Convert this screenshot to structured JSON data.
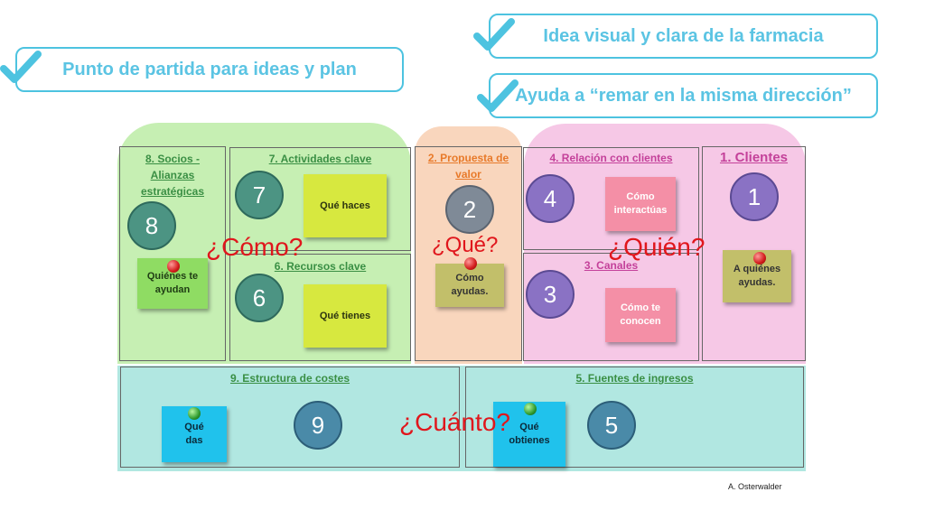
{
  "banners": {
    "left": "Punto de partida para ideas y plan",
    "right_top": "Idea visual y clara de la farmacia",
    "right_bottom": "Ayuda a “remar en la misma dirección”"
  },
  "cells": {
    "socios": {
      "title": "8. Socios -\nAlianzas\nestratégicas",
      "number": "8",
      "note": "Quiénes te\nayudan"
    },
    "actividades": {
      "title": "7. Actividades clave",
      "number": "7",
      "note": "Qué haces"
    },
    "recursos": {
      "title": "6. Recursos clave",
      "number": "6",
      "note": "Qué tienes"
    },
    "propuesta": {
      "title": "2. Propuesta de\nvalor",
      "number": "2",
      "note": "Cómo\nayudas."
    },
    "relacion": {
      "title": "4. Relación con clientes",
      "number": "4",
      "note": "Cómo\ninteractúas"
    },
    "canales": {
      "title": "3. Canales",
      "number": "3",
      "note": "Cómo te\nconocen"
    },
    "clientes": {
      "title": "1. Clientes",
      "number": "1",
      "note": "A quiénes\nayudas."
    },
    "costes": {
      "title": "9. Estructura de costes",
      "number": "9",
      "note": "Qué\ndas"
    },
    "ingresos": {
      "title": "5. Fuentes de ingresos",
      "number": "5",
      "note": "Qué\nobtienes"
    }
  },
  "questions": {
    "como": "¿Cómo?",
    "que": "¿Qué?",
    "quien": "¿Quién?",
    "cuanto": "¿Cuánto?"
  },
  "credit": "A. Osterwalder",
  "colors": {
    "banner_border": "#4dc3e0",
    "banner_text": "#5bc4e3",
    "question": "#e0161c"
  }
}
